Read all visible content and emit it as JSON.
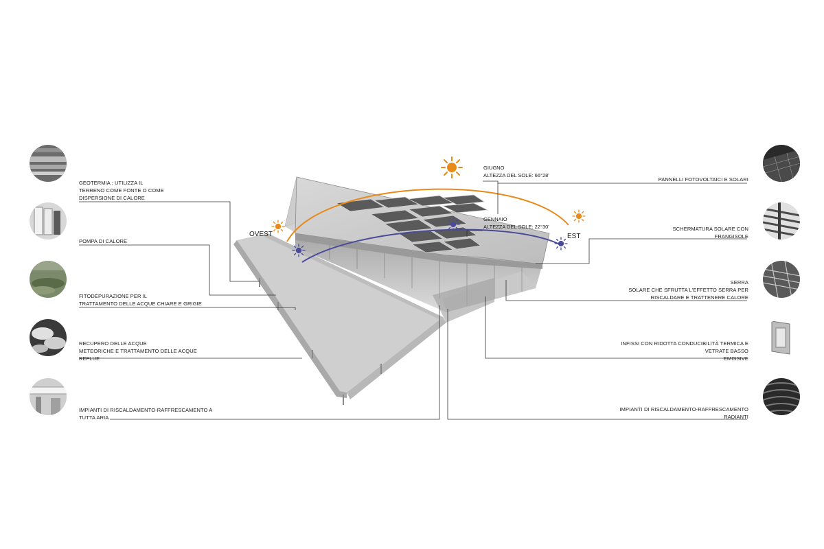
{
  "left_items": [
    {
      "icon": "geothermal-pipes-photo",
      "text": "GEOTERMIA : UTILIZZA IL\nTERRENO COME FONTE O COME\nDISPERSIONE DI CALORE"
    },
    {
      "icon": "heat-pump-photo",
      "text": "POMPA DI CALORE"
    },
    {
      "icon": "phytodepuration-photo",
      "text": "FITODEPURAZIONE PER IL\nTRATTAMENTO DELLE ACQUE CHIARE E GRIGIE"
    },
    {
      "icon": "water-tanks-photo",
      "text": "RECUPERO DELLE ACQUE\nMETEORICHE E TRATTAMENTO DELLE ACQUE\nREFLUE"
    },
    {
      "icon": "air-ducts-photo",
      "text": "IMPIANTI DI RISCALDAMENTO-RAFFRESCAMENTO A\nTUTTA ARIA"
    }
  ],
  "right_items": [
    {
      "icon": "solar-panel-photo",
      "text": "PANNELLI FOTOVOLTAICI E SOLARI"
    },
    {
      "icon": "sunshade-louvers-photo",
      "text": "SCHERMATURA SOLARE CON\nFRANGISOLE"
    },
    {
      "icon": "greenhouse-photo",
      "text": "SERRA\nSOLARE CHE SFRUTTA L'EFFETTO SERRA PER\nRISCALDARE E TRATTENERE CALORE"
    },
    {
      "icon": "window-frame-photo",
      "text": "INFISSI CON RIDOTTA CONDUCIBILITÀ TERMICA E\nVETRATE BASSO\nEMISSIVE"
    },
    {
      "icon": "radiant-floor-photo",
      "text": "IMPIANTI DI RISCALDAMENTO-RAFFRESCAMENTO\nRADIANTI"
    }
  ],
  "sun": {
    "june_label": "GIUGNO\nALTEZZA DEL SOLE: 66°28'",
    "january_label": "GENNAIO\nALTEZZA DEL SOLE: 22°30'",
    "west": "OVEST",
    "east": "EST",
    "summer_color": "#e88a1a",
    "winter_color": "#4a4a9a"
  }
}
